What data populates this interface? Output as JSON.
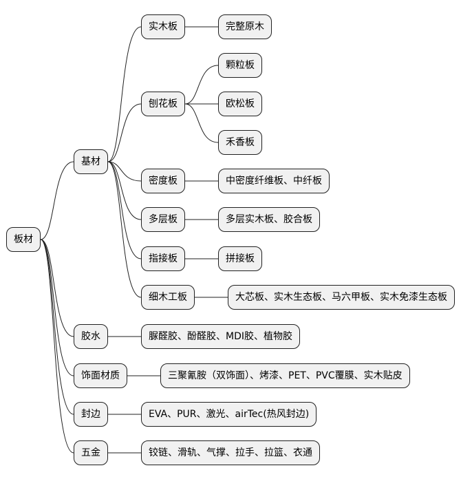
{
  "root": {
    "label": "板材",
    "children": [
      {
        "label": "基材",
        "children": [
          {
            "label": "实木板",
            "children": [
              {
                "label": "完整原木"
              }
            ]
          },
          {
            "label": "刨花板",
            "children": [
              {
                "label": "颗粒板"
              },
              {
                "label": "欧松板"
              },
              {
                "label": "禾香板"
              }
            ]
          },
          {
            "label": "密度板",
            "children": [
              {
                "label": "中密度纤维板、中纤板"
              }
            ]
          },
          {
            "label": "多层板",
            "children": [
              {
                "label": "多层实木板、胶合板"
              }
            ]
          },
          {
            "label": "指接板",
            "children": [
              {
                "label": "拼接板"
              }
            ]
          },
          {
            "label": "细木工板",
            "children": [
              {
                "label": "大芯板、实木生态板、马六甲板、实木免漆生态板"
              }
            ]
          }
        ]
      },
      {
        "label": "胶水",
        "children": [
          {
            "label": "脲醛胶、酚醛胶、MDI胶、植物胶"
          }
        ]
      },
      {
        "label": "饰面材质",
        "children": [
          {
            "label": "三聚氰胺（双饰面）、烤漆、PET、PVC覆膜、实木贴皮"
          }
        ]
      },
      {
        "label": "封边",
        "children": [
          {
            "label": "EVA、PUR、激光、airTec(热风封边)"
          }
        ]
      },
      {
        "label": "五金",
        "children": [
          {
            "label": "铰链、滑轨、气撑、拉手、拉篮、衣通"
          }
        ]
      }
    ]
  }
}
